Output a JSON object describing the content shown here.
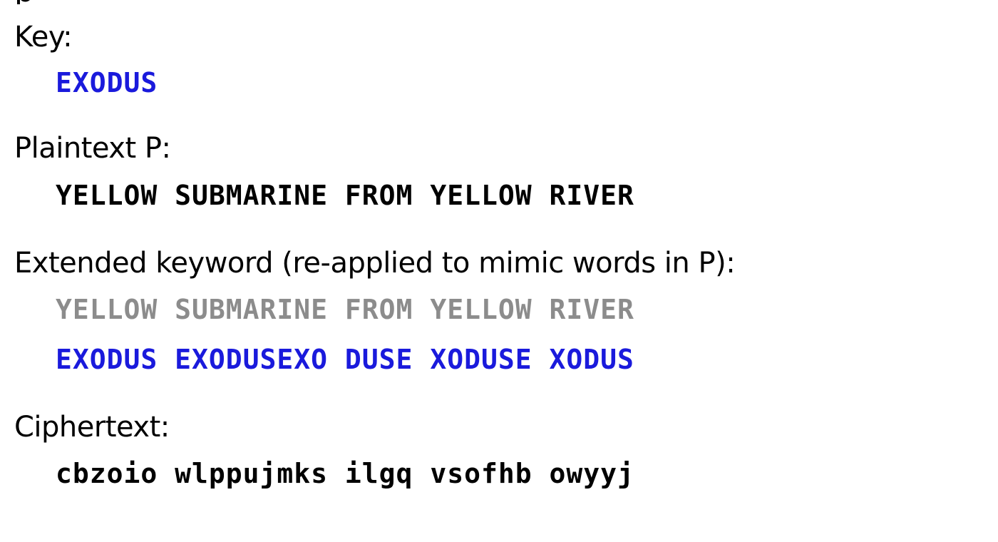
{
  "colors": {
    "key_text": "#1a1adc",
    "plain_text": "#000000",
    "ghost_text": "#8c8c8c"
  },
  "slide": {
    "top_fragment": "p",
    "key_label": "Key:",
    "key_value": "EXODUS",
    "plaintext_label": "Plaintext P:",
    "plaintext_value": "YELLOW SUBMARINE FROM YELLOW RIVER",
    "extended_label": "Extended keyword (re-applied to mimic words in P):",
    "extended_reference": "YELLOW SUBMARINE FROM YELLOW RIVER",
    "extended_value": "EXODUS EXODUSEXO DUSE XODUSE XODUS",
    "ciphertext_label": "Ciphertext:",
    "ciphertext_value": "cbzoio wlppujmks ilgq vsofhb owyyj"
  }
}
